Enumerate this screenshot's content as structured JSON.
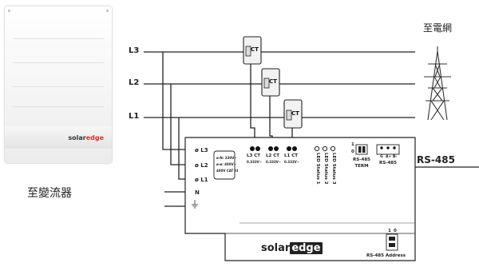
{
  "inverter": {
    "brand_prefix": "solar",
    "brand_suffix": "edge",
    "caption": "至變流器"
  },
  "grid": {
    "caption": "至電網"
  },
  "lines": {
    "l3": "L3",
    "l2": "L2",
    "l1": "L1"
  },
  "ct_sensors": {
    "l3": "CT",
    "l2": "CT",
    "l1": "CT"
  },
  "terminals": {
    "phase_left": [
      "ø L3",
      "ø L2",
      "ø L1",
      "N"
    ],
    "voltage_box": [
      "ø-N: 230V~",
      "ø-ø: 400V~",
      "400V CAT III"
    ],
    "ct_inputs": [
      {
        "label": "L3 CT",
        "rating": "0.333V~"
      },
      {
        "label": "L2 CT",
        "rating": "0.333V~"
      },
      {
        "label": "L1 CT",
        "rating": "0.333V~"
      }
    ],
    "led_status": [
      "LED Status 1",
      "LED Status 2",
      "LED Status 3"
    ],
    "term_switch": {
      "label": "RS-485 TERM",
      "on_label": "1",
      "off_label": "0"
    },
    "rs485_port": {
      "label": "RS-485",
      "pins": [
        "G",
        "A+",
        "B-"
      ]
    },
    "address_switch": {
      "label": "RS-485 Address",
      "positions": [
        "1",
        "0"
      ]
    }
  },
  "rs485_output": "RS-485",
  "meter_logo": {
    "prefix": "solar",
    "suffix": "edge"
  }
}
